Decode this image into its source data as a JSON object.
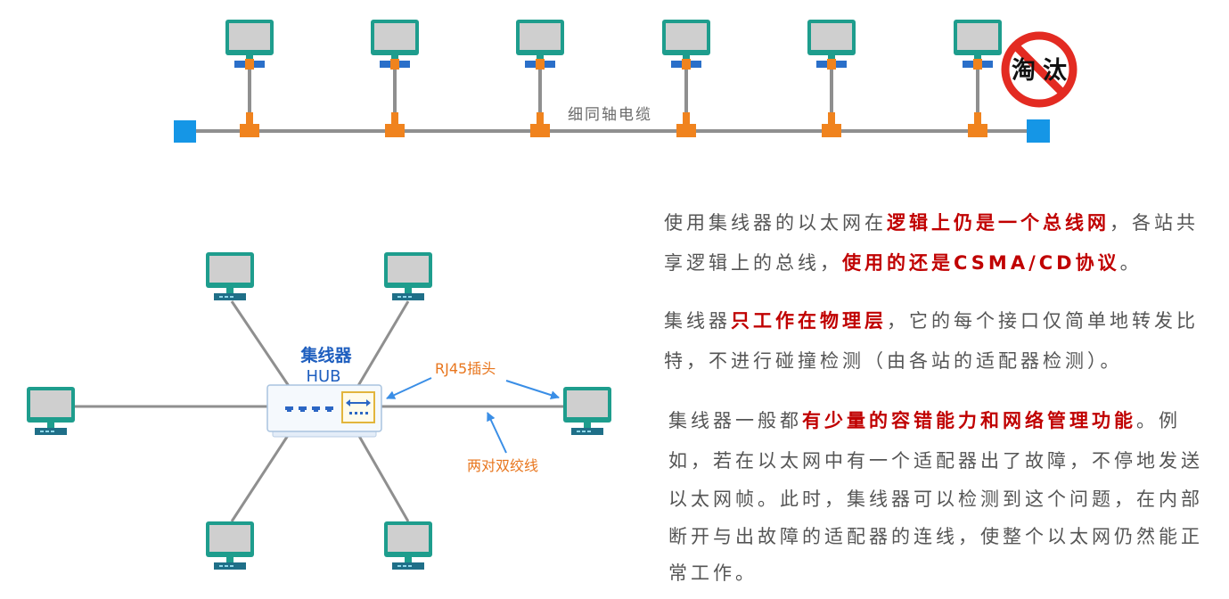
{
  "bus": {
    "cable_label": "细同轴电缆",
    "obsolete_label": "淘汰"
  },
  "hub": {
    "title": "集线器",
    "subtitle": "HUB",
    "rj45_label": "RJ45插头",
    "twisted_pair_label": "两对双绞线"
  },
  "notes": [
    {
      "lines": [
        [
          "使用集线器的以太网在",
          "逻辑上仍是一个总线网",
          "，各站共"
        ],
        [
          "享逻辑上的总线，",
          "使用的还是CSMA/CD协议",
          "。"
        ]
      ]
    },
    {
      "lines": [
        [
          "集线器",
          "只工作在物理层",
          "，它的每个接口仅简单地转发比"
        ],
        [
          "特，不进行碰撞检测（由各站的适配器检测）。"
        ]
      ]
    },
    {
      "lines": [
        [
          "集线器一般都",
          "有少量的容错能力和网络管理功能",
          "。例"
        ],
        [
          "如，若在以太网中有一个适配器出了故障，不停地发送"
        ],
        [
          "以太网帧。此时，集线器可以检测到这个问题，在内部"
        ],
        [
          "断开与出故障的适配器的连线，使整个以太网仍然能正"
        ],
        [
          "常工作。"
        ]
      ]
    }
  ],
  "colors": {
    "text": "#555555",
    "emphasis": "#c00000",
    "monitor": "#1e9d8d",
    "screen": "#cfcfcf",
    "bus_base": "#2a6fc9",
    "star_base": "#1f6f88",
    "terminator": "#1596e6",
    "connector": "#f0831e",
    "cable": "#8f8f8f",
    "hub_label": "#1f5fbf",
    "callout_label": "#e8761e",
    "callout_arrow": "#3a8ee6",
    "no_sign": "#e32b22"
  }
}
